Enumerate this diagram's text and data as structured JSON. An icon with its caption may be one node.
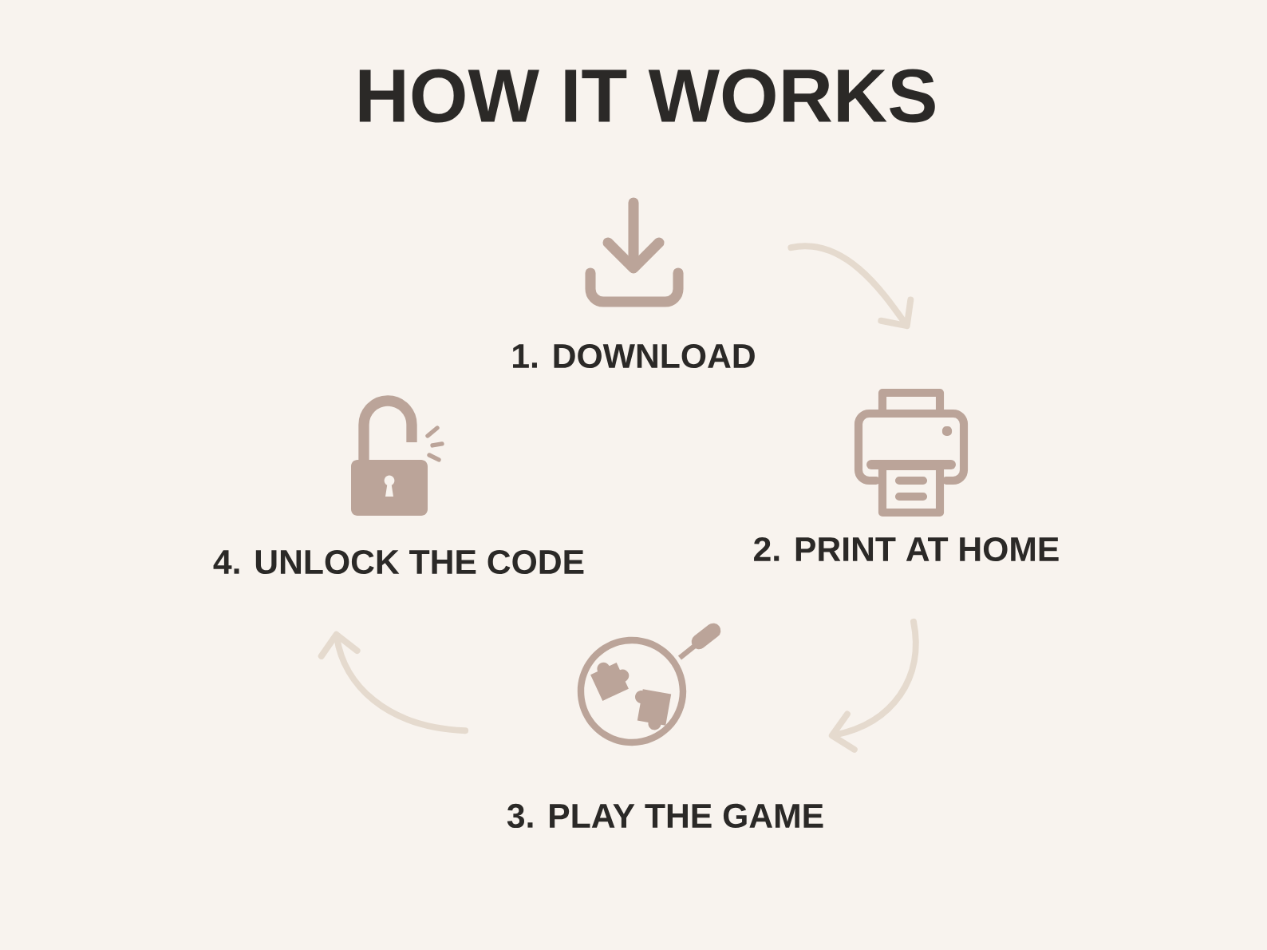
{
  "diagram": {
    "title": "HOW IT WORKS",
    "nodes": [
      {
        "text": [
          "1. DOWNLOAD"
        ]
      },
      {
        "text": [
          "2. PRINT AT HOME"
        ]
      },
      {
        "text": [
          "3. PLAY THE GAME"
        ]
      },
      {
        "text": [
          "4. UNLOCK THE CODE"
        ]
      }
    ],
    "edges": [
      {
        "from": 0,
        "to": 1,
        "arrow": "to"
      },
      {
        "from": 1,
        "to": 2,
        "arrow": "to"
      },
      {
        "from": 2,
        "to": 3,
        "arrow": "to"
      }
    ]
  }
}
